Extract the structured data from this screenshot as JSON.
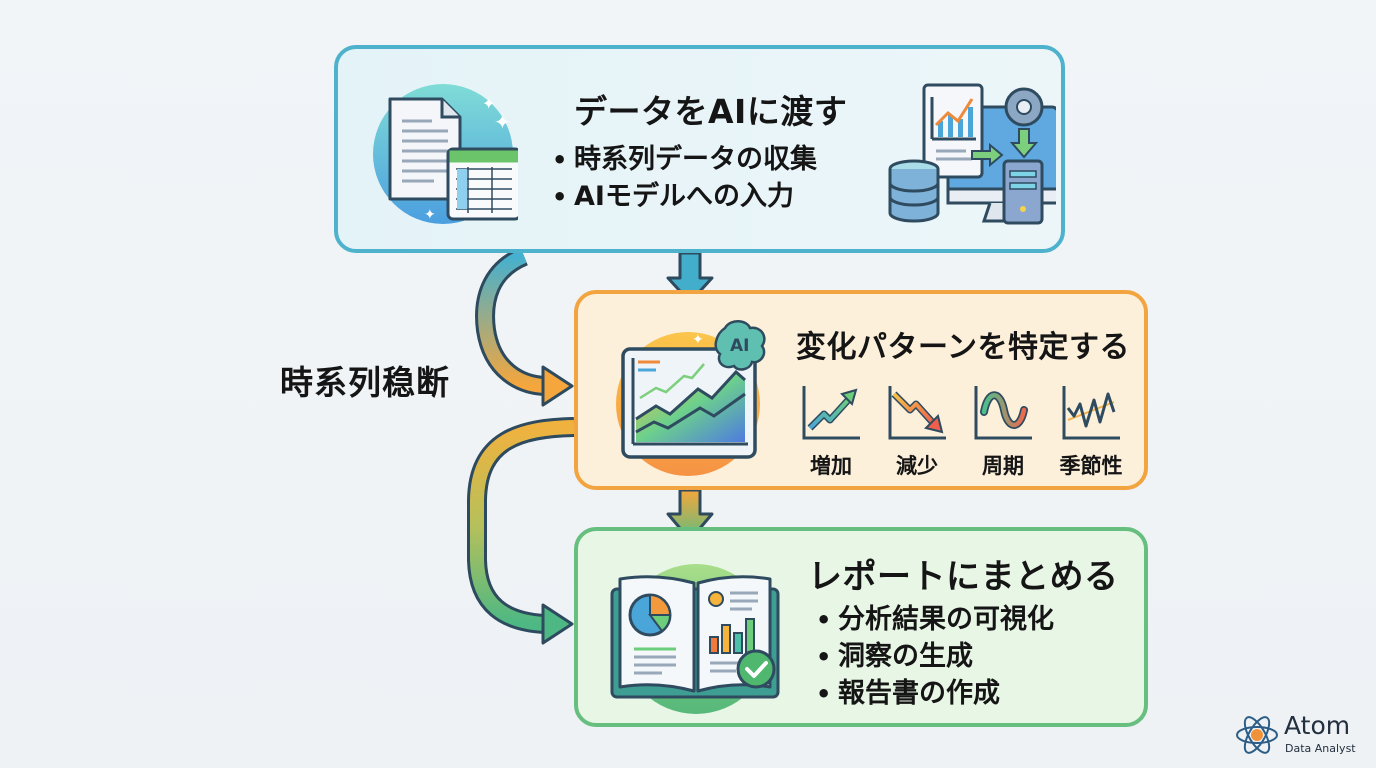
{
  "side_label": "時系列稳断",
  "steps": [
    {
      "title": "データをAIに渡す",
      "bullets": [
        "時系列データの収集",
        "AIモデルへの入力"
      ],
      "accent": "#4fb2cc",
      "icons": [
        "document-spreadsheet-icon",
        "computer-database-server-icon"
      ]
    },
    {
      "title": "変化パターンを特定する",
      "accent": "#f2a440",
      "icons": [
        "ai-chart-icon"
      ],
      "patterns": [
        {
          "label": "増加",
          "icon": "trend-up-icon"
        },
        {
          "label": "減少",
          "icon": "trend-down-icon"
        },
        {
          "label": "周期",
          "icon": "cycle-wave-icon"
        },
        {
          "label": "季節性",
          "icon": "seasonal-zigzag-icon"
        }
      ]
    },
    {
      "title": "レポートにまとめる",
      "bullets": [
        "分析結果の可視化",
        "洞察の生成",
        "報告書の作成"
      ],
      "accent": "#66bf7e",
      "icons": [
        "report-book-check-icon"
      ]
    }
  ],
  "ai_badge": "AI",
  "brand": {
    "name": "Atom",
    "subtitle": "Data Analyst"
  }
}
